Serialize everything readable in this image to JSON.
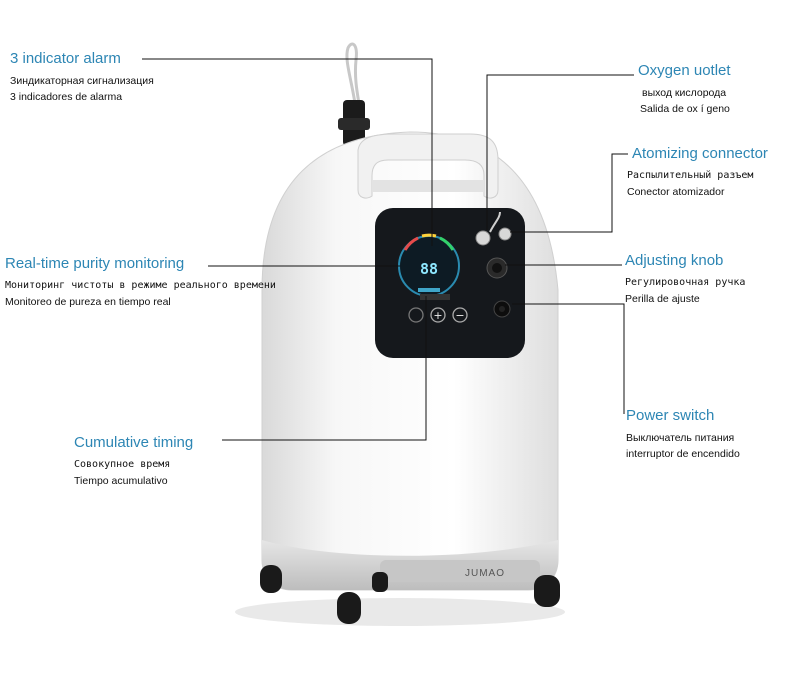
{
  "device": {
    "brand": "JUMAO",
    "display_value": "88"
  },
  "callouts": [
    {
      "id": "indicator-alarm",
      "title": "3 indicator alarm",
      "ru": "Зиндикаторная сигнализация",
      "es": "3 indicadores de alarma"
    },
    {
      "id": "purity-monitoring",
      "title": "Real-time purity monitoring",
      "ru": "Мониторинг чистоты в режиме реального времени",
      "es": "Monitoreo de pureza en tiempo real"
    },
    {
      "id": "cumulative-timing",
      "title": "Cumulative timing",
      "ru": "Совокупное время",
      "es": "Tiempo acumulativo"
    },
    {
      "id": "oxygen-outlet",
      "title": "Oxygen uotlet",
      "ru": "выход кислорода",
      "es": "Salida de ox í geno"
    },
    {
      "id": "atomizing-connector",
      "title": "Atomizing connector",
      "ru": "Распылительный разъем",
      "es": "Conector atomizador"
    },
    {
      "id": "adjusting-knob",
      "title": "Adjusting knob",
      "ru": "Регулировочная ручка",
      "es": "Perilla de ajuste"
    },
    {
      "id": "power-switch",
      "title": "Power switch",
      "ru": "Выключатель питания",
      "es": "interruptor de encendido"
    }
  ],
  "colors": {
    "callout_title": "#2d86b4",
    "leader_line": "#111111",
    "panel": "#15181c",
    "body": "#f4f4f4",
    "display_accent": "#8fe8ff"
  }
}
